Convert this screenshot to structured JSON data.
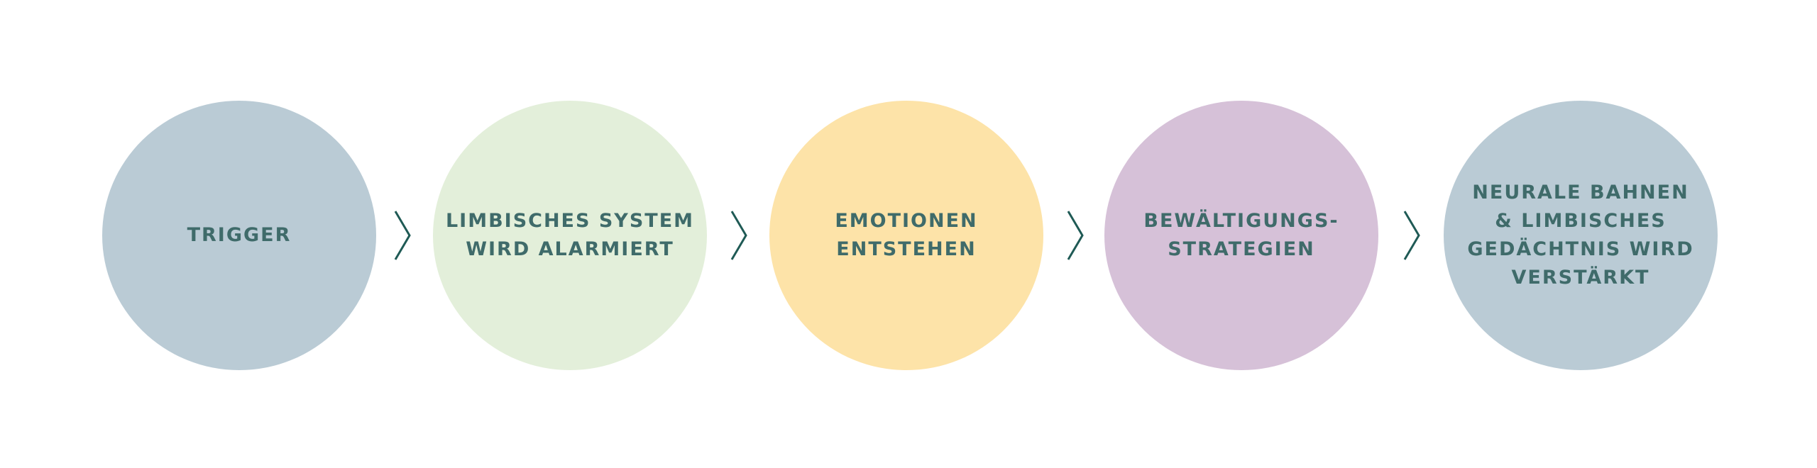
{
  "diagram": {
    "steps": [
      {
        "label": "TRIGGER",
        "color": "#bacbd5"
      },
      {
        "label": "LIMBISCHES SYSTEM\nWIRD ALARMIERT",
        "color": "#e3efda"
      },
      {
        "label": "EMOTIONEN\nENTSTEHEN",
        "color": "#fde3a8"
      },
      {
        "label": "BEWÄLTIGUNGS-\nSTRATEGIEN",
        "color": "#d6c1d8"
      },
      {
        "label": "NEURALE BAHNEN\n& LIMBISCHES\nGEDÄCHTNIS WIRD\nVERSTÄRKT",
        "color": "#bacbd5"
      }
    ],
    "text_color": "#3f6b6a",
    "arrow_color": "#1f5a55",
    "arrow_icon": "chevron-right-icon"
  }
}
